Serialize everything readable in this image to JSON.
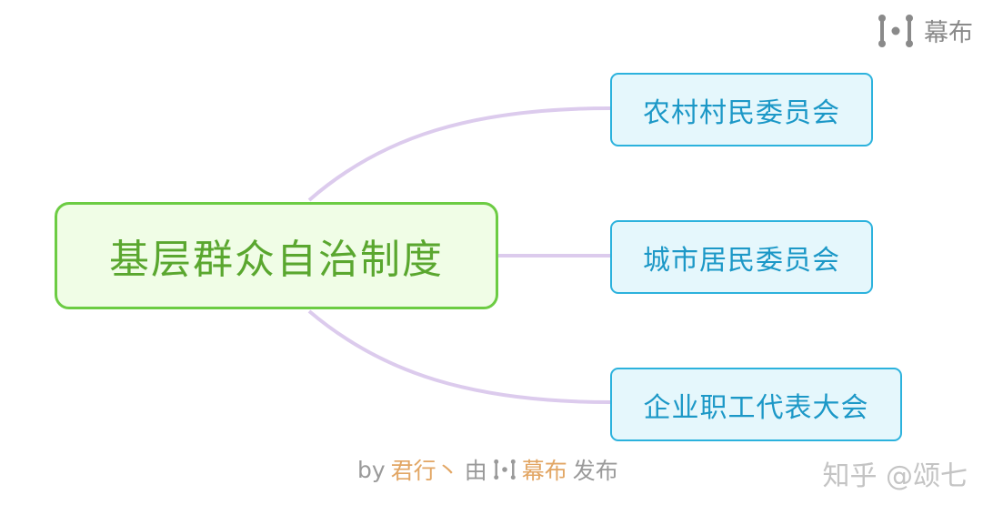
{
  "root": {
    "label": "基层群众自治制度"
  },
  "children": [
    {
      "label": "农村村民委员会"
    },
    {
      "label": "城市居民委员会"
    },
    {
      "label": "企业职工代表大会"
    }
  ],
  "brand": {
    "name": "幕布",
    "icon": "mubu-logo-icon"
  },
  "footer": {
    "by": "by",
    "author": "君行丶",
    "from": "由",
    "brand": "幕布",
    "publish": "发布"
  },
  "watermark": {
    "text": "知乎 @颂七"
  },
  "colors": {
    "root_border": "#6ccc43",
    "root_fill": "#f0fde6",
    "root_text": "#5aa72f",
    "child_border": "#2cb2dd",
    "child_fill": "#e5f7fc",
    "child_text": "#1c98c7",
    "connector": "#dccbed",
    "accent": "#e2a664"
  }
}
